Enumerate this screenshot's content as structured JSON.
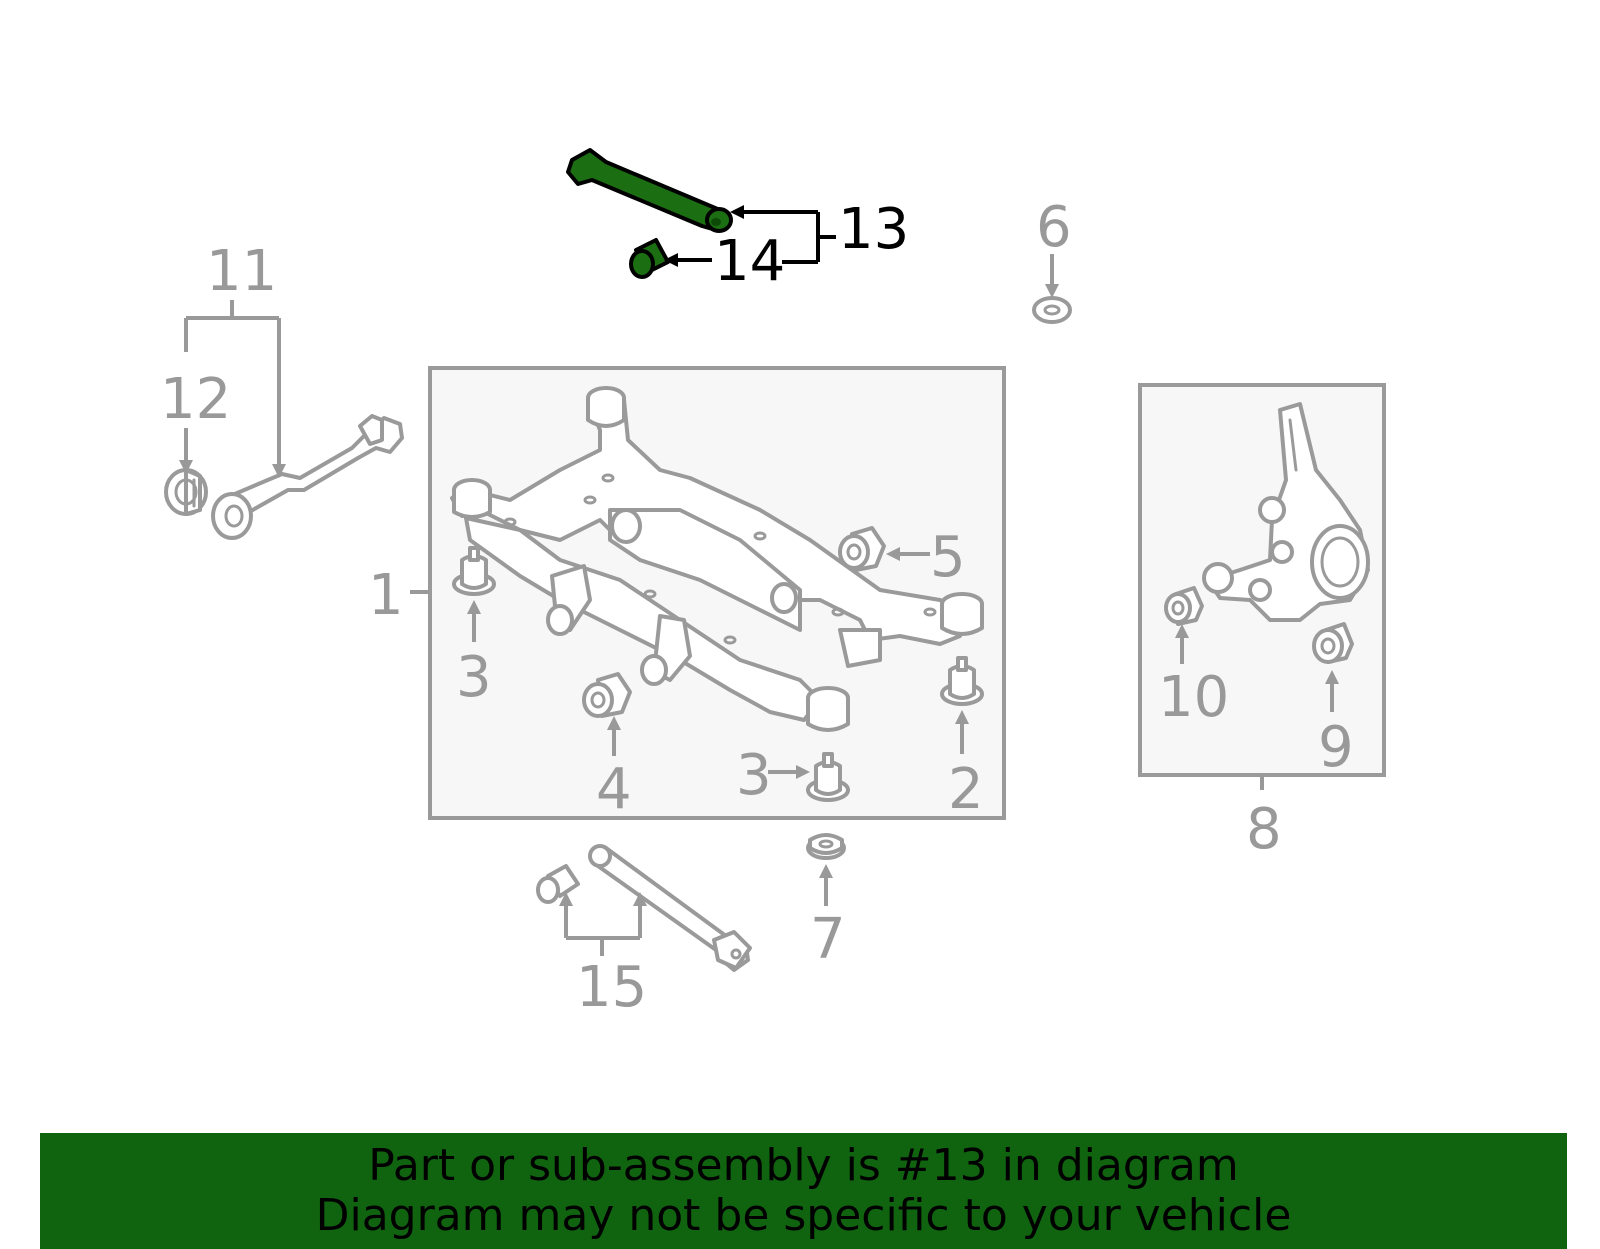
{
  "callouts": {
    "c1": "1",
    "c2": "2",
    "c3a": "3",
    "c3b": "3",
    "c4": "4",
    "c5": "5",
    "c6": "6",
    "c7": "7",
    "c8": "8",
    "c9": "9",
    "c10": "10",
    "c11": "11",
    "c12": "12",
    "c13": "13",
    "c14": "14",
    "c15": "15"
  },
  "highlighted_callout": "13",
  "colors": {
    "highlight_part": "#1b6f12",
    "banner_background": "#106410",
    "callout_gray": "#999999",
    "callout_highlight": "#000000"
  },
  "banner": {
    "line1": "Part or sub-assembly is #13 in diagram",
    "line2": "Diagram may not be specific to your vehicle"
  }
}
